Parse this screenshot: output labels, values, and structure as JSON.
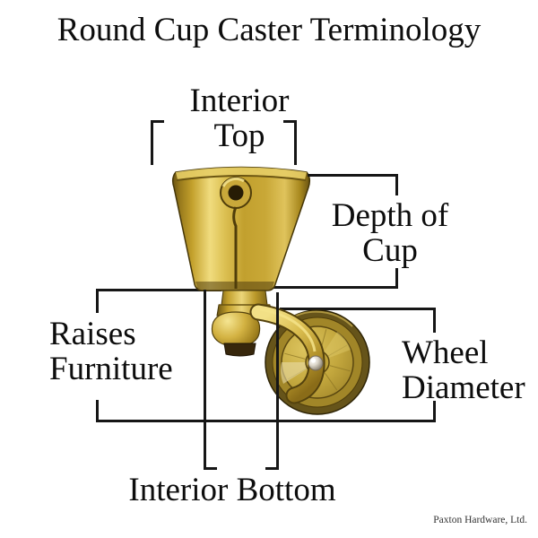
{
  "title": "Round Cup Caster Terminology",
  "credit": "Paxton Hardware, Ltd.",
  "labels": {
    "interior_top": {
      "line1": "Interior",
      "line2": "Top"
    },
    "depth_of_cup": {
      "line1": "Depth of",
      "line2": "Cup"
    },
    "raises_furniture": {
      "line1": "Raises",
      "line2": "Furniture"
    },
    "wheel_diameter": {
      "line1": "Wheel",
      "line2": "Diameter"
    },
    "interior_bottom": {
      "text": "Interior Bottom"
    }
  },
  "colors": {
    "background": "#ffffff",
    "text": "#0d0d0d",
    "annotation_line": "#161616",
    "brass": "#c7a533",
    "brass_highlight": "#f0dc7c",
    "brass_shadow": "#6b5512"
  }
}
